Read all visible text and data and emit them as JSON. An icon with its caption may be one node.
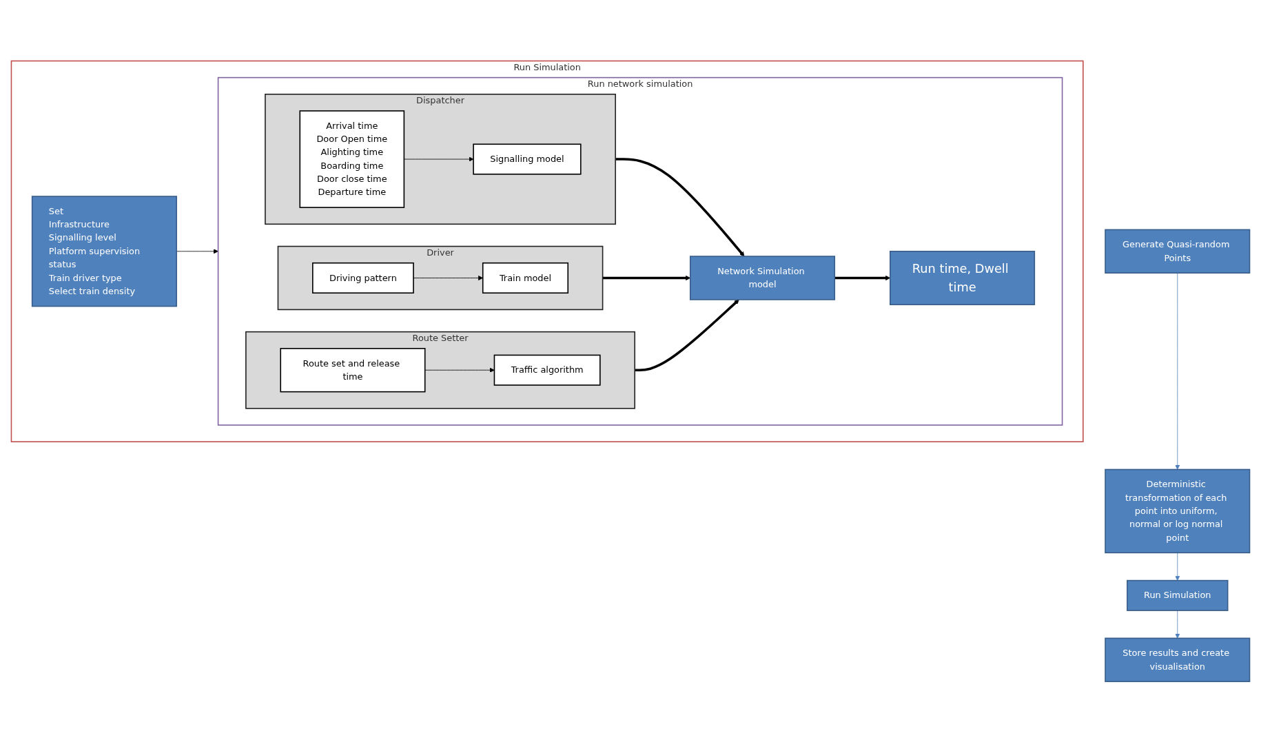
{
  "diagram": {
    "nodes": [
      {
        "text": [
          "Generate Quasi-random Points"
        ]
      },
      {
        "text": [
          "Deterministic transformation of each point into uniform, normal or log normal point"
        ]
      },
      {
        "text": [
          "Run Simulation"
        ]
      },
      {
        "text": [
          "Store results and create visualisation"
        ]
      },
      {
        "text": [
          "Run Simulation"
        ]
      },
      {
        "text": [
          "Set",
          "Infrastructure",
          "Signalling level",
          "Platform supervision status",
          "Train driver type",
          "Select train density"
        ],
        "in": 4
      },
      {
        "text": [
          "Run network simulation"
        ],
        "in": 4
      },
      {
        "text": [
          "Dispatcher"
        ],
        "in": 6
      },
      {
        "text": [
          "Arrival time",
          "Door Open time",
          "Alighting time",
          "Boarding time",
          "Door close time",
          "Departure time"
        ],
        "in": 7
      },
      {
        "text": [
          "Signalling model"
        ],
        "in": 7
      },
      {
        "text": [
          "Driver"
        ],
        "in": 6
      },
      {
        "text": [
          "Driving pattern"
        ],
        "in": 10
      },
      {
        "text": [
          "Train model"
        ],
        "in": 10
      },
      {
        "text": [
          "Route Setter"
        ],
        "in": 6
      },
      {
        "text": [
          "Route set and release time"
        ],
        "in": 13
      },
      {
        "text": [
          "Traffic algorithm"
        ],
        "in": 13
      },
      {
        "text": [
          "Network Simulation model"
        ],
        "in": 6
      },
      {
        "text": [
          "Run time, Dwell time"
        ],
        "in": 6
      }
    ],
    "edges": [
      {
        "from": 0,
        "to": 1,
        "arrow": "to",
        "color": "#4f81bd"
      },
      {
        "from": 1,
        "to": 2,
        "arrow": "to",
        "color": "#4f81bd"
      },
      {
        "from": 2,
        "to": 3,
        "arrow": "to",
        "color": "#4f81bd"
      },
      {
        "from": 5,
        "to": 6,
        "arrow": "to"
      },
      {
        "from": 8,
        "to": 9,
        "arrow": "to"
      },
      {
        "from": 7,
        "to": 16,
        "arrow": "to",
        "style": "thick"
      },
      {
        "from": 11,
        "to": 12,
        "arrow": "to"
      },
      {
        "from": 10,
        "to": 16,
        "arrow": "to",
        "style": "thick"
      },
      {
        "from": 14,
        "to": 15,
        "arrow": "to"
      },
      {
        "from": 13,
        "to": 16,
        "arrow": "to",
        "style": "thick"
      },
      {
        "from": 16,
        "to": 17,
        "arrow": "to",
        "style": "thick"
      }
    ]
  }
}
